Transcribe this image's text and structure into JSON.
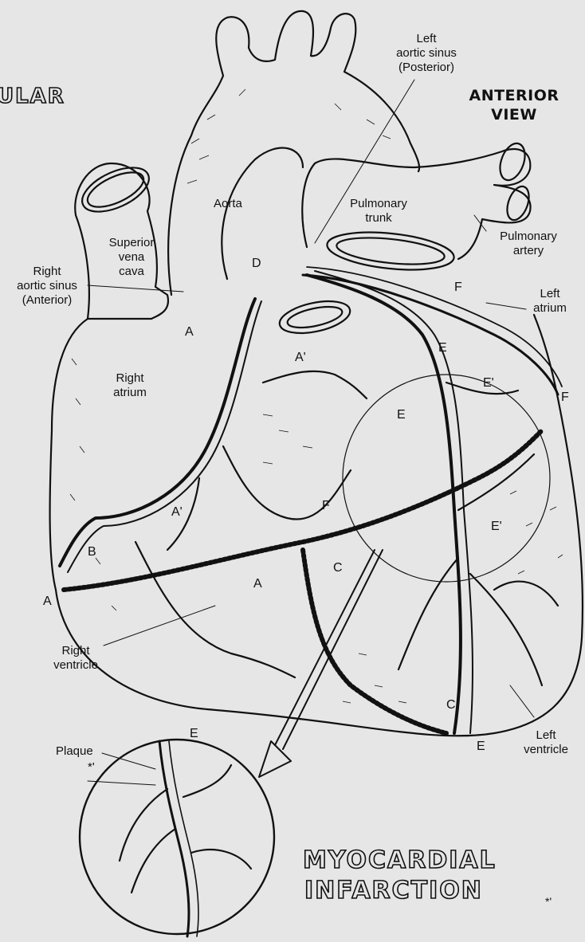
{
  "headings": {
    "top_left_fragment": "ULAR",
    "view_line1": "ANTERIOR",
    "view_line2": "VIEW",
    "title_line1": "MYOCARDIAL",
    "title_line2": "INFARCTION",
    "title_mark": "*'"
  },
  "labels": {
    "left_aortic_sinus": [
      "Left",
      "aortic sinus",
      "(Posterior)"
    ],
    "aorta": "Aorta",
    "pulmonary_trunk": [
      "Pulmonary",
      "trunk"
    ],
    "pulmonary_artery": [
      "Pulmonary",
      "artery"
    ],
    "superior_vena_cava": [
      "Superior",
      "vena",
      "cava"
    ],
    "right_aortic_sinus": [
      "Right",
      "aortic sinus",
      "(Anterior)"
    ],
    "left_atrium": [
      "Left",
      "atrium"
    ],
    "right_atrium": [
      "Right",
      "atrium"
    ],
    "right_ventricle": [
      "Right",
      "ventricle"
    ],
    "left_ventricle": [
      "Left",
      "ventricle"
    ],
    "plaque": "Plaque",
    "plaque_mark": "*'"
  },
  "letters": {
    "A": "A",
    "A_prime": "A'",
    "B": "B",
    "C": "C",
    "D": "D",
    "E": "E",
    "E_prime": "E'",
    "F": "F"
  },
  "colors": {
    "background": "#e6e6e6",
    "ink": "#111111"
  }
}
